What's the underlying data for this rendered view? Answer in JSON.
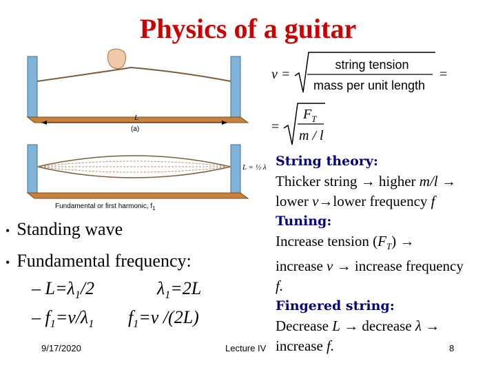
{
  "slide": {
    "title": "Physics of a guitar",
    "figure": {
      "length_label": "L",
      "caption_a": "(a)",
      "fundamental_eq": "L = ½ λ",
      "fundamental_caption": "Fundamental or first harmonic, f",
      "fundamental_caption_sub": "1"
    },
    "formula": {
      "v": "v =",
      "numerator": "string tension",
      "denominator": "mass per unit length",
      "equals": "=",
      "equals2": "=",
      "num2": "F",
      "num2_sub": "T",
      "den2": "m / l"
    },
    "bullets": {
      "b1": "Standing wave",
      "b2": "Fundamental frequency:",
      "s1a": "– L=λ",
      "s1a_sub": "1",
      "s1a_tail": "/2",
      "s1b": "λ",
      "s1b_sub": "1",
      "s1b_tail": "=2L",
      "s2a": "– f",
      "s2a_sub": "1",
      "s2a_tail": "=v/λ",
      "s2a_sub2": "1",
      "s2b": "f",
      "s2b_sub": "1",
      "s2b_tail": "=v /(2L)"
    },
    "right": {
      "h1": "String theory:",
      "t1a": "Thicker string",
      "t1b": "higher",
      "t1c": "m/l",
      "t2a": "lower",
      "t2b": "v",
      "t2c": "lower frequency",
      "t2d": "f",
      "h2": "Tuning:",
      "t3a": "Increase tension (",
      "t3b": "F",
      "t3c": "T",
      "t3d": ")",
      "t4a": "increase",
      "t4b": "v",
      "t4c": "increase frequency",
      "t5": "f.",
      "h3": "Fingered string:",
      "t6a": "Decrease",
      "t6b": "L",
      "t6c": "decrease",
      "t6d": "λ",
      "t7a": "increase",
      "t7b": "f."
    },
    "footer": {
      "date": "9/17/2020",
      "lecture": "Lecture IV",
      "page": "8"
    }
  }
}
